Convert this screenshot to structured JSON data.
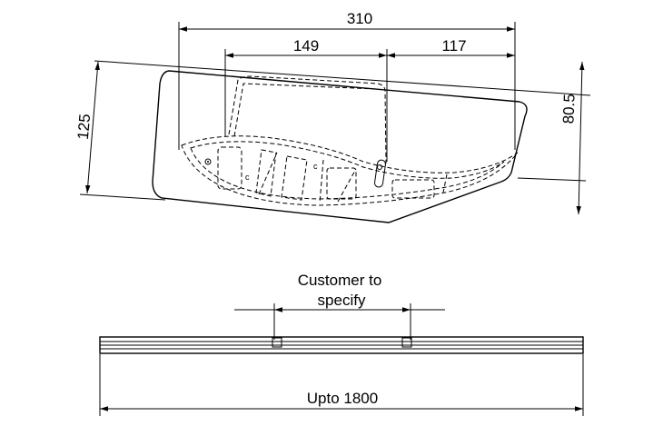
{
  "drawing": {
    "dim_overall_width": "310",
    "dim_left_segment": "149",
    "dim_right_segment": "117",
    "dim_left_height": "125",
    "dim_right_height": "80.5",
    "note_line1": "Customer to",
    "note_line2": "specify",
    "dim_length": "Upto 1800",
    "interior_mark_1": "c",
    "interior_mark_2": "c"
  }
}
